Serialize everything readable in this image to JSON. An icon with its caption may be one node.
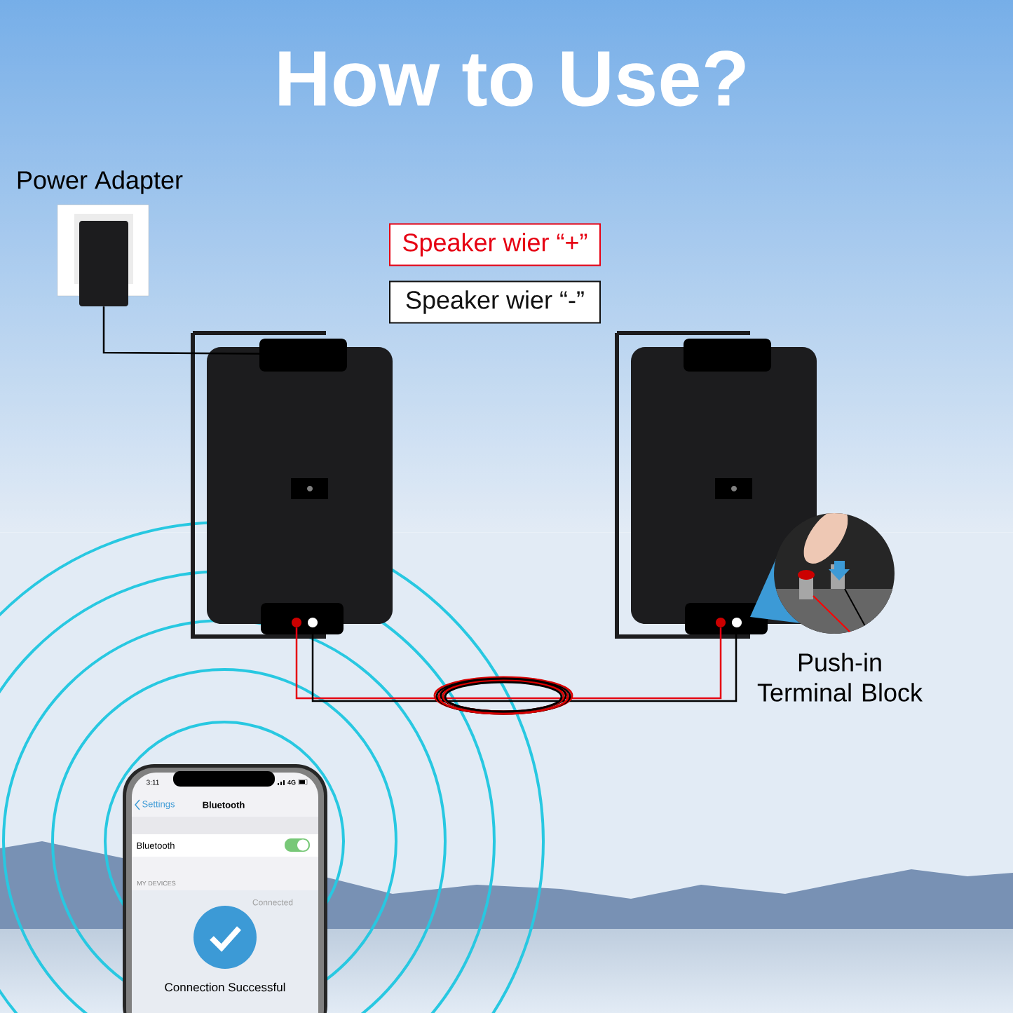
{
  "diagram": {
    "title": "How to Use?",
    "nodes": [
      {
        "text": [
          "Power Adapter"
        ]
      },
      {
        "text": [],
        "shape": "picture"
      },
      {
        "text": [],
        "shape": "picture"
      },
      {
        "text": [
          "Push-in Terminal Block"
        ]
      }
    ],
    "edges": [
      {
        "from": 0,
        "to": 1,
        "arrow": "none"
      },
      {
        "from": 1,
        "to": 2,
        "arrow": "none",
        "color": "#e60012"
      },
      {
        "from": 1,
        "to": 2,
        "arrow": "none"
      }
    ],
    "labels": [
      "3:11",
      "4G",
      "Settings",
      "Bluetooth",
      "Bluetooth",
      "MY DEVICES",
      "Connected",
      "Connection Successful"
    ],
    "legend": [
      {
        "text": "Speaker wier “+”",
        "color": "#e60012"
      },
      {
        "text": "Speaker wier “-”",
        "color": "#111111"
      }
    ]
  }
}
